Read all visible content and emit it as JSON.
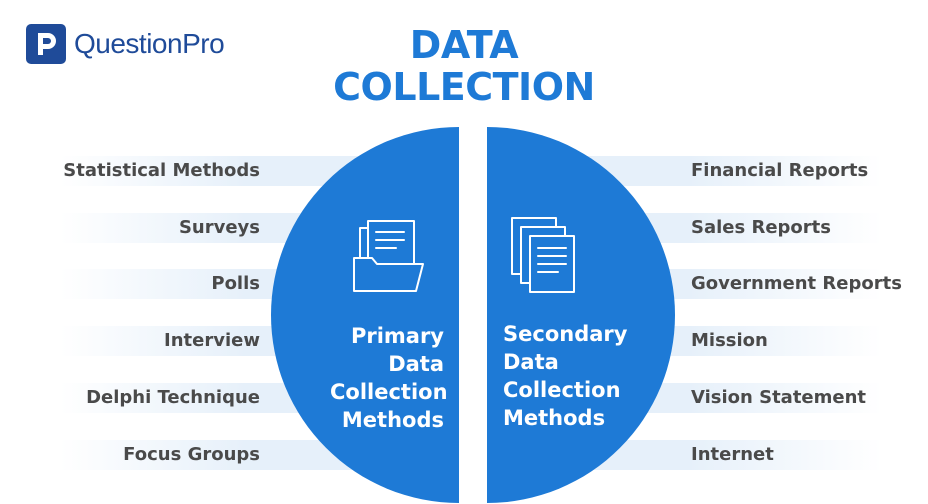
{
  "brand": {
    "name": "QuestionPro",
    "color": "#1f4b99",
    "icon": "questionpro-logo-icon"
  },
  "title": {
    "line1": "DATA",
    "line2": "COLLECTION",
    "color": "#1e7ad6"
  },
  "primary": {
    "label_lines": [
      "Primary",
      "Data",
      "Collection",
      "Methods"
    ],
    "icon": "folder-documents-icon",
    "items": [
      "Statistical Methods",
      "Surveys",
      "Polls",
      "Interview",
      "Delphi Technique",
      "Focus Groups"
    ]
  },
  "secondary": {
    "label_lines": [
      "Secondary",
      "Data",
      "Collection",
      "Methods"
    ],
    "icon": "stacked-documents-icon",
    "items": [
      "Financial Reports",
      "Sales Reports",
      "Government Reports",
      "Mission",
      "Vision Statement",
      "Internet"
    ]
  },
  "colors": {
    "circle": "#1e7ad6",
    "band": "#e6f0fa",
    "item_text": "#4a4a4a"
  }
}
